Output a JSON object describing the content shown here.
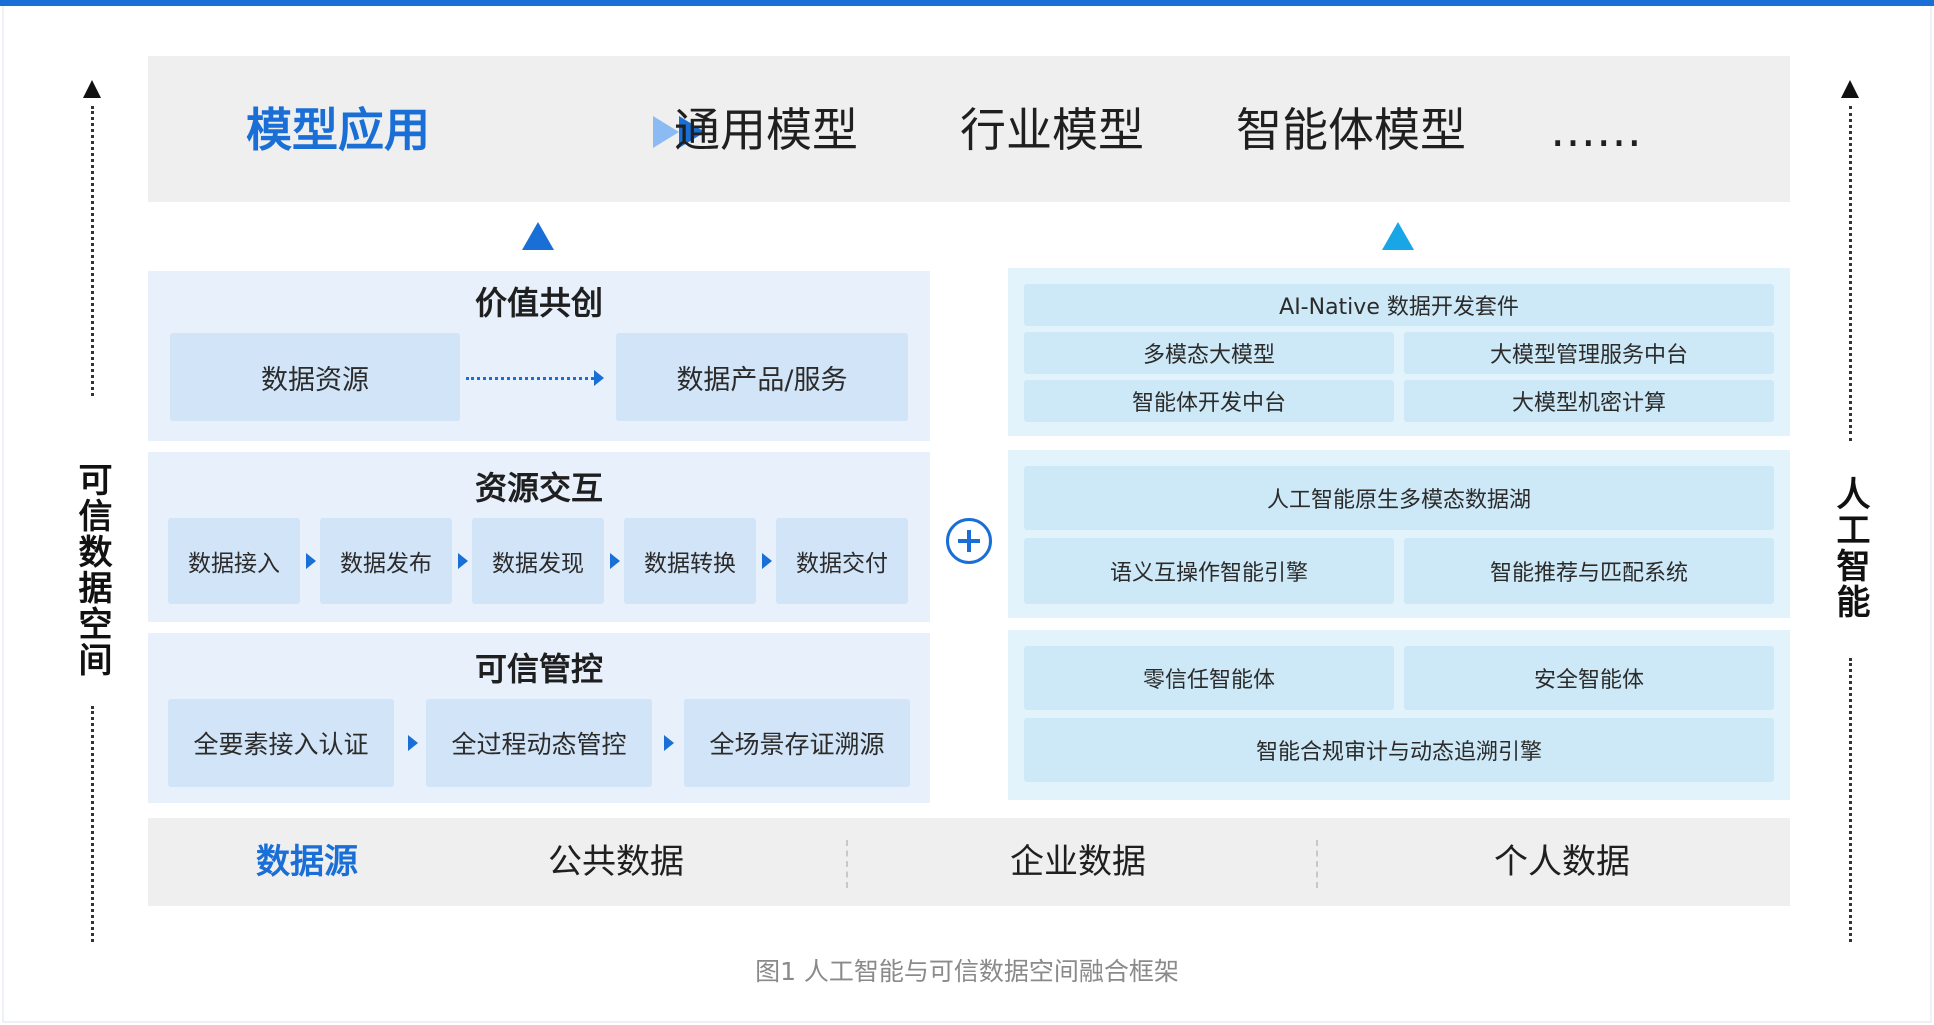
{
  "left_side_label": "可信数据空间",
  "right_side_label": "人工智能",
  "top_band": {
    "lead": "模型应用",
    "items": [
      "通用模型",
      "行业模型",
      "智能体模型",
      "……"
    ]
  },
  "left_panels": [
    {
      "title": "价值共创",
      "boxes": [
        "数据资源",
        "数据产品/服务"
      ]
    },
    {
      "title": "资源交互",
      "boxes": [
        "数据接入",
        "数据发布",
        "数据发现",
        "数据转换",
        "数据交付"
      ]
    },
    {
      "title": "可信管控",
      "boxes": [
        "全要素接入认证",
        "全过程动态管控",
        "全场景存证溯源"
      ]
    }
  ],
  "right_panels": [
    {
      "header": "AI-Native 数据开发套件",
      "cells": [
        "多模态大模型",
        "大模型管理服务中台",
        "智能体开发中台",
        "大模型机密计算"
      ]
    },
    {
      "header": "人工智能原生多模态数据湖",
      "cells": [
        "语义互操作智能引擎",
        "智能推荐与匹配系统"
      ]
    },
    {
      "cells": [
        "零信任智能体",
        "安全智能体"
      ],
      "footer": "智能合规审计与动态追溯引擎"
    }
  ],
  "bottom_band": {
    "lead": "数据源",
    "items": [
      "公共数据",
      "企业数据",
      "个人数据"
    ]
  },
  "caption": "图1 人工智能与可信数据空间融合框架",
  "colors": {
    "accent": "#1a6fd6",
    "cyan_accent": "#19a6e6",
    "left_panel_bg": "#e7f0fb",
    "right_panel_bg": "#e3f3fb",
    "band_bg": "#efefef"
  }
}
